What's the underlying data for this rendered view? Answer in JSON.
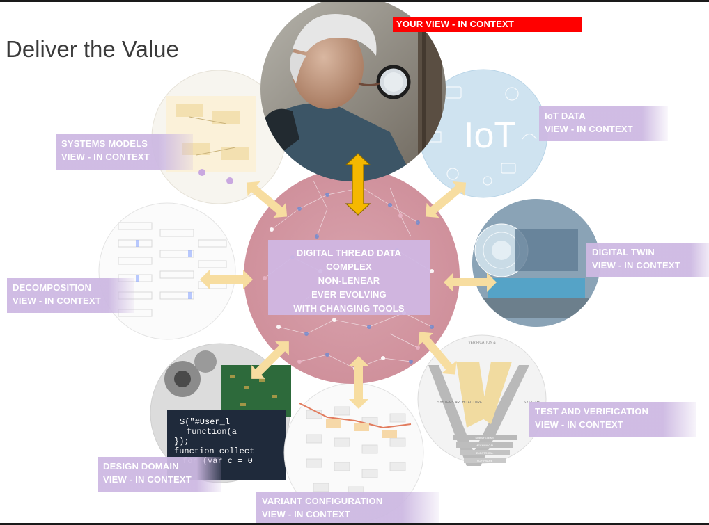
{
  "slide": {
    "title": "Deliver the Value",
    "your_view_label": "YOUR VIEW - IN CONTEXT"
  },
  "center": {
    "lines": [
      "DIGITAL THREAD DATA",
      "COMPLEX",
      "NON-LENEAR",
      "EVER EVOLVING",
      "WITH CHANGING TOOLS"
    ]
  },
  "views": {
    "systems_models": [
      "SYSTEMS MODELS",
      "VIEW - IN CONTEXT"
    ],
    "iot_data": [
      "IoT DATA",
      "VIEW - IN CONTEXT"
    ],
    "digital_twin": [
      "DIGITAL TWIN",
      "VIEW - IN CONTEXT"
    ],
    "decomposition": [
      "DECOMPOSITION",
      "VIEW - IN CONTEXT"
    ],
    "test_verification": [
      "TEST AND VERIFICATION",
      "VIEW - IN CONTEXT"
    ],
    "design_domain": [
      "DESIGN DOMAIN",
      "VIEW - IN CONTEXT"
    ],
    "variant_configuration": [
      "VARIANT CONFIGURATION",
      "VIEW - IN CONTEXT"
    ]
  },
  "image_text": {
    "iot_logo": "IoT",
    "vv_header": "VERIFICATION &",
    "vv_left": "SYSTEMS ARCHITECTURE",
    "vv_right": "SYSTEMS",
    "vv_layers": [
      "SUBSYSTEMS",
      "MECHANICAL",
      "ELECTRICAL",
      "SOFTWARE"
    ],
    "code_lines": [
      "$(\"#User_l",
      "function(a",
      "});",
      "function collect",
      "for (var c = 0"
    ]
  },
  "colors": {
    "accent_red": "#ff0000",
    "label_purple": "#d2bde6",
    "arrow_yellow": "#f7dda0",
    "arrow_gold": "#f5b800",
    "hub_red": "#b5303e"
  }
}
